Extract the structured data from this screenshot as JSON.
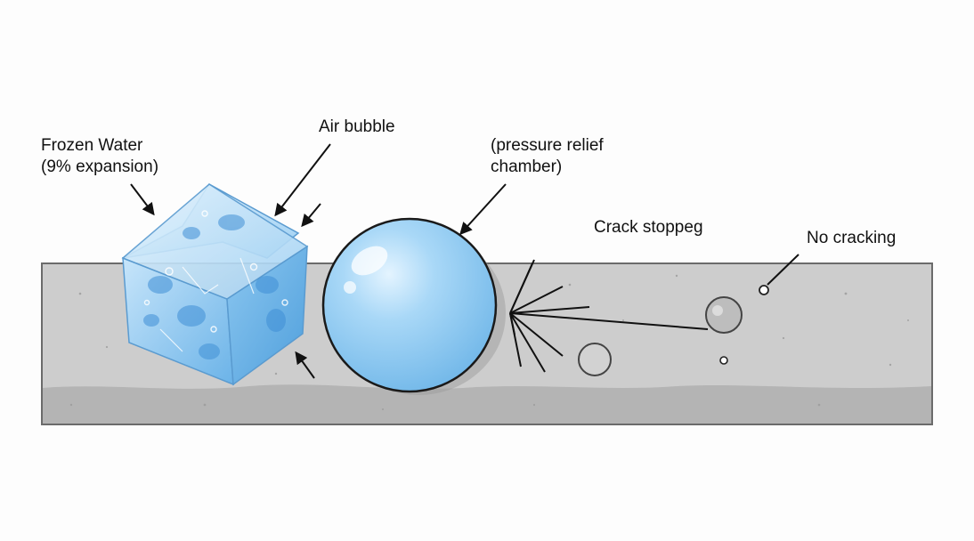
{
  "labels": {
    "frozen_water": [
      "Frozen Water",
      "(9% expansion)"
    ],
    "air_bubble": "Air bubble",
    "pressure_relief": [
      "(pressure relief",
      "chamber)"
    ],
    "crack_stopped": "Crack stoppeg",
    "no_cracking": "No cracking"
  },
  "colors": {
    "concrete": "#c9c9c9",
    "concrete_dark": "#b6b6b6",
    "ice": "#5aa8e6",
    "ice_light": "#cfe8fa",
    "bubble": "#92ccf2",
    "outline": "#222222"
  }
}
